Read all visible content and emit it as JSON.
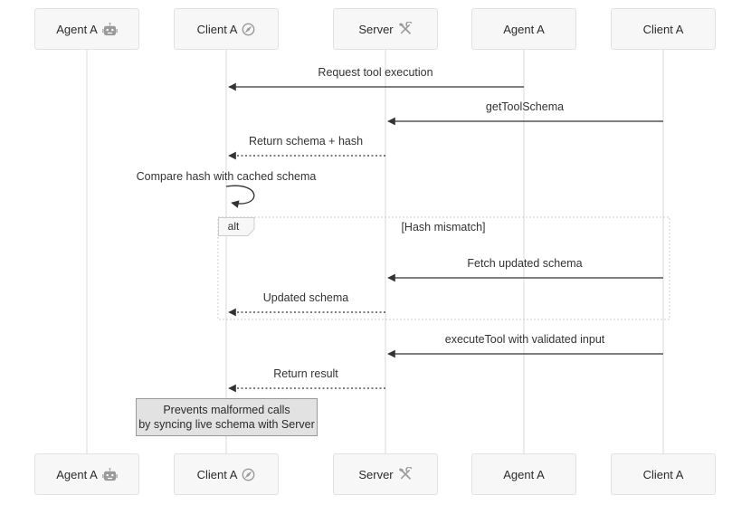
{
  "actors": [
    {
      "label": "Agent A",
      "icon": "robot"
    },
    {
      "label": "Client A",
      "icon": "compass"
    },
    {
      "label": "Server",
      "icon": "tools"
    },
    {
      "label": "Agent A",
      "icon": "none"
    },
    {
      "label": "Client A",
      "icon": "none"
    }
  ],
  "messages": [
    {
      "label": "Request tool execution",
      "from": "Agent A (right)",
      "to": "Client A (left)",
      "style": "solid"
    },
    {
      "label": "getToolSchema",
      "from": "Client A (right)",
      "to": "Server",
      "style": "solid"
    },
    {
      "label": "Return schema + hash",
      "from": "Server",
      "to": "Client A (left)",
      "style": "dashed"
    },
    {
      "label": "Compare hash with cached schema",
      "from": "Client A (left)",
      "to": "Client A (left)",
      "style": "self-loop"
    },
    {
      "label": "Fetch updated schema",
      "from": "Client A (right)",
      "to": "Server",
      "style": "solid"
    },
    {
      "label": "Updated schema",
      "from": "Server",
      "to": "Client A (left)",
      "style": "dashed"
    },
    {
      "label": "executeTool with validated input",
      "from": "Client A (right)",
      "to": "Server",
      "style": "solid"
    },
    {
      "label": "Return result",
      "from": "Server",
      "to": "Client A (left)",
      "style": "dashed"
    }
  ],
  "fragment": {
    "operator": "alt",
    "condition": "[Hash mismatch]"
  },
  "note": {
    "lines": [
      "Prevents malformed calls",
      "by syncing live schema with Server"
    ]
  },
  "colors": {
    "background": "#ffffff",
    "actor_fill": "#f7f7f7",
    "actor_border": "#e2e2e2",
    "lifeline": "#d9d9d9",
    "arrow": "#333333",
    "text": "#333333",
    "note_fill": "#e2e2e2",
    "note_border": "#999999",
    "fragment_border": "#cccccc",
    "fragment_label_fill": "#f7f7f7",
    "icon_gray": "#9a9a9a"
  }
}
